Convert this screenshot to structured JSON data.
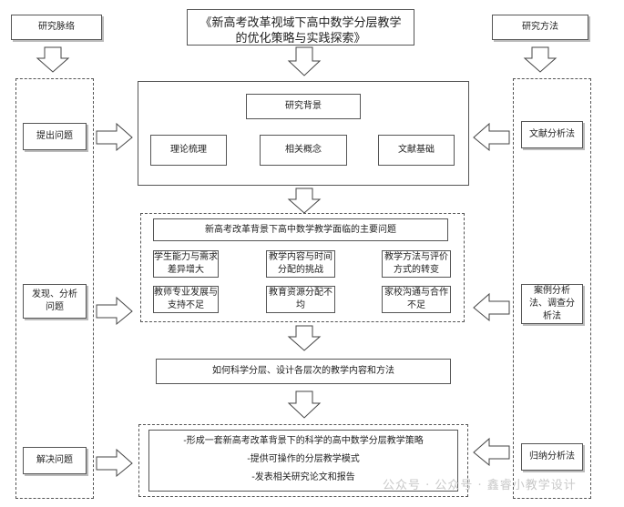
{
  "title": "《新高考改革视域下高中数学分层教学的优化策略与实践探索》",
  "left_header": "研究脉络",
  "right_header": "研究方法",
  "left_items": [
    "提出问题",
    "发现、分析问题",
    "解决问题"
  ],
  "right_items": [
    "文献分析法",
    "案例分析法、调查分析法",
    "归纳分析法"
  ],
  "background": {
    "title": "研究背景",
    "items": [
      "理论梳理",
      "相关概念",
      "文献基础"
    ]
  },
  "problems": {
    "title": "新高考改革背景下高中数学教学面临的主要问题",
    "items": [
      "学生能力与需求差异增大",
      "教学内容与时间分配的挑战",
      "教学方法与评价方式的转变",
      "教师专业发展与支持不足",
      "教育资源分配不均",
      "家校沟通与合作不足"
    ]
  },
  "question": "如何科学分层、设计各层次的教学内容和方法",
  "goals": [
    "-形成一套新高考改革背景下的科学的高中数学分层教学策略",
    "-提供可操作的分层教学模式",
    "-发表相关研究论文和报告"
  ],
  "watermark": "公众号 · 公众号 · 鑫睿小教学设计"
}
